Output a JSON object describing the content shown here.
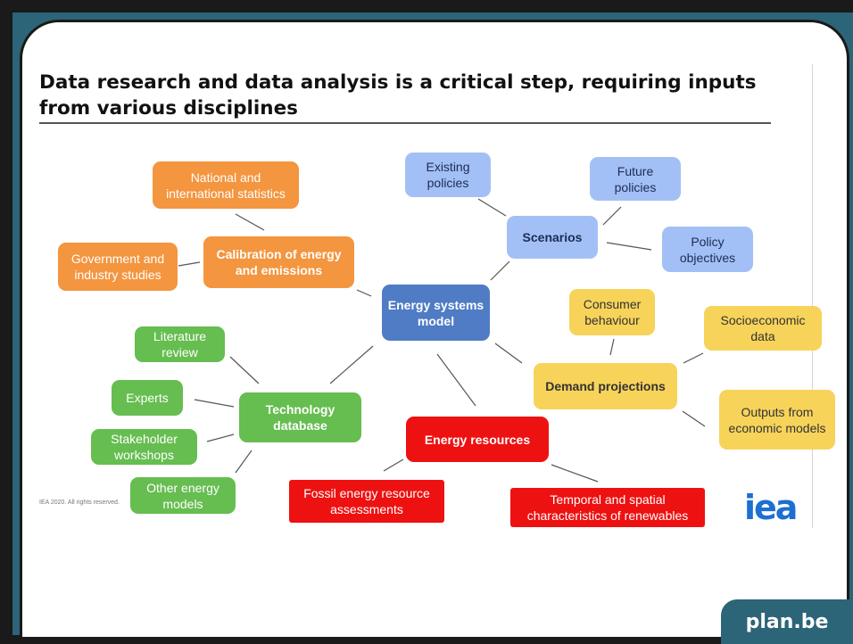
{
  "slide": {
    "title": "Data research and data analysis is a critical step, requiring inputs from various disciplines",
    "copyright": "IEA 2020. All rights reserved.",
    "logo_text": "iea",
    "brand": "plan.be"
  },
  "diagram": {
    "center": "Energy systems model",
    "calibration": {
      "hub": "Calibration of energy and emissions",
      "inputs": [
        "National and international statistics",
        "Government and industry studies"
      ]
    },
    "scenarios": {
      "hub": "Scenarios",
      "inputs": [
        "Existing policies",
        "Future policies",
        "Policy objectives"
      ]
    },
    "demand": {
      "hub": "Demand projections",
      "inputs": [
        "Consumer behaviour",
        "Socioeconomic data",
        "Outputs from economic models"
      ]
    },
    "technology": {
      "hub": "Technology database",
      "inputs": [
        "Literature review",
        "Experts",
        "Stakeholder workshops",
        "Other energy models"
      ]
    },
    "resources": {
      "hub": "Energy resources",
      "inputs": [
        "Fossil energy resource assessments",
        "Temporal and spatial characteristics of renewables"
      ]
    }
  },
  "colors": {
    "calibration": "#f4953f",
    "scenarios": "#a3c0f6",
    "center": "#4f7cc4",
    "demand": "#f7d35a",
    "technology": "#66bd50",
    "resources": "#ee1111",
    "brand_bg": "#2c6478"
  }
}
